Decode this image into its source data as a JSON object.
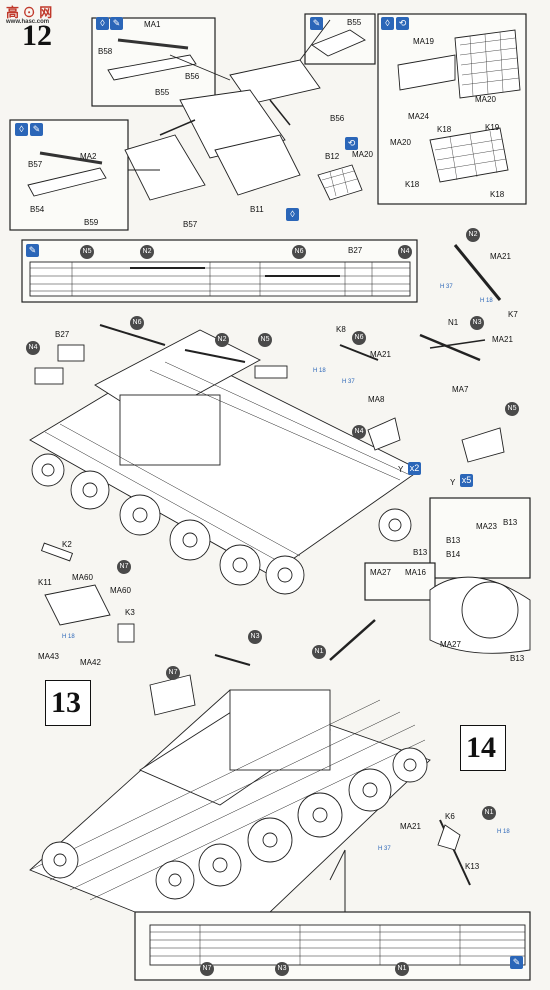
{
  "watermark": {
    "title": "高 ⊙ 网",
    "url": "www.hasc.com"
  },
  "steps": {
    "s12": "12",
    "s13": "13",
    "s14": "14"
  },
  "labels": {
    "MA1": "MA1",
    "B58": "B58",
    "B56a": "B56",
    "B55a": "B55",
    "B55b": "B55",
    "B56b": "B56",
    "MA19": "MA19",
    "MA24": "MA24",
    "MA20a": "MA20",
    "MA20b": "MA20",
    "K18a": "K18",
    "K19": "K19",
    "K18b": "K18",
    "K18c": "K18",
    "MA2": "MA2",
    "B57a": "B57",
    "B54": "B54",
    "B59": "B59",
    "B57b": "B57",
    "B12": "B12",
    "MA20c": "MA20",
    "B11": "B11",
    "N5a": "N5",
    "N2a": "N2",
    "N6a": "N6",
    "B27a": "B27",
    "N4a": "N4",
    "N2b": "N2",
    "MA21a": "MA21",
    "K7": "K7",
    "B27b": "B27",
    "N6b": "N6",
    "N2c": "N2",
    "N5b": "N5",
    "N4b": "N4",
    "K8": "K8",
    "N6c": "N6",
    "MA21b": "MA21",
    "N1a": "N1",
    "N3a": "N3",
    "MA21c": "MA21",
    "MA8": "MA8",
    "N4c": "N4",
    "Yx2": "Y",
    "x2": "x2",
    "MA7": "MA7",
    "N5c": "N5",
    "Yx5": "Y",
    "x5": "x5",
    "K2": "K2",
    "N7a": "N7",
    "K11": "K11",
    "MA60a": "MA60",
    "MA60b": "MA60",
    "K3": "K3",
    "MA43": "MA43",
    "MA42": "MA42",
    "B13a": "B13",
    "MA23": "MA23",
    "B13b": "B13",
    "B14": "B14",
    "B13c": "B13",
    "MA27a": "MA27",
    "MA16": "MA16",
    "MA27b": "MA27",
    "B13d": "B13",
    "N3b": "N3",
    "N1b": "N1",
    "N7b": "N7",
    "MA21d": "MA21",
    "K6": "K6",
    "N1c": "N1",
    "K13": "K13",
    "N7c": "N7",
    "N3c": "N3",
    "N1d": "N1",
    "c1": "H 37",
    "c2": "H 18",
    "c3": "H 18",
    "c4": "H 37",
    "c5": "H 18",
    "c6": "H 37",
    "c7": "H 18"
  }
}
